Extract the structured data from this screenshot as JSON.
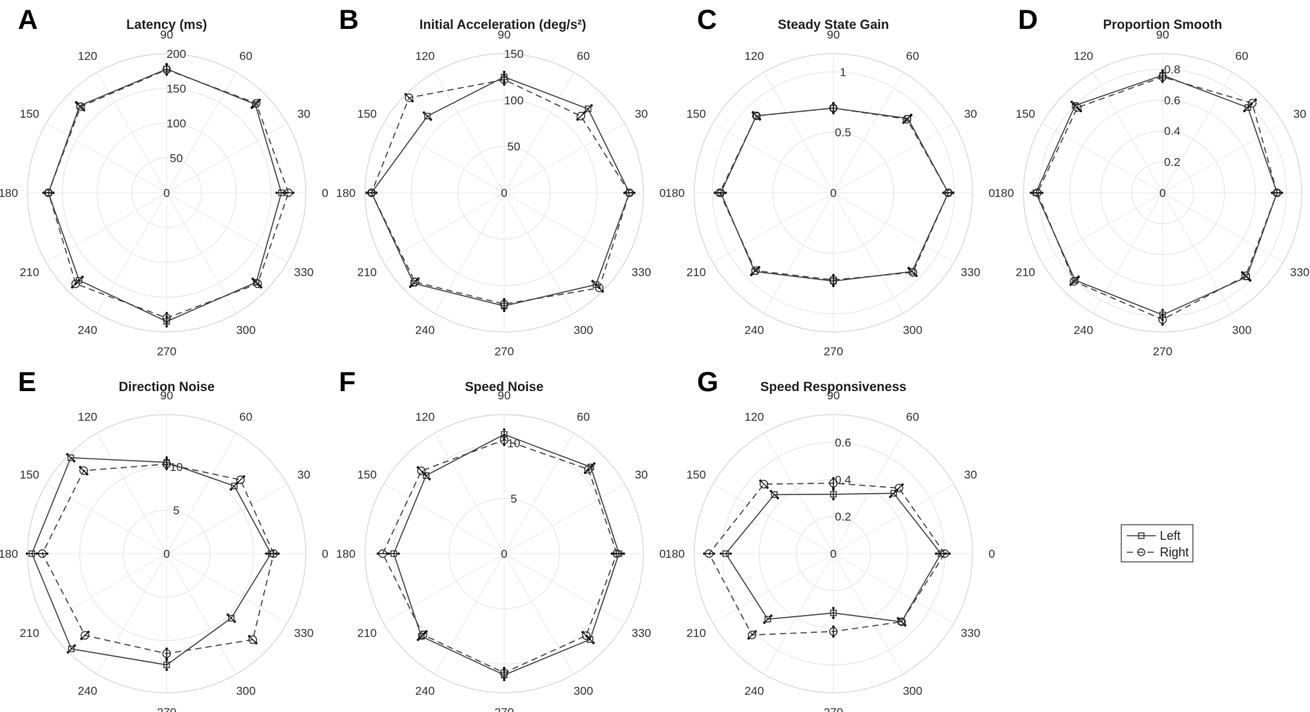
{
  "legend": {
    "left_label": "Left",
    "right_label": "Right"
  },
  "chart_data": [
    {
      "panel": "A",
      "type": "polar-line",
      "title": "Latency (ms)",
      "theta_ticks": [
        "0",
        "30",
        "60",
        "90",
        "120",
        "150",
        "180",
        "210",
        "240",
        "270",
        "300",
        "330"
      ],
      "r_ticks": [
        0,
        50,
        100,
        150,
        200
      ],
      "rlim": [
        0,
        200
      ],
      "r_tick_labels": [
        "0",
        "50",
        "100",
        "150",
        "200"
      ],
      "directions": [
        0,
        45,
        90,
        135,
        180,
        225,
        270,
        315
      ],
      "series": [
        {
          "name": "Left",
          "values": [
            165,
            180,
            178,
            177,
            170,
            178,
            185,
            182
          ]
        },
        {
          "name": "Right",
          "values": [
            175,
            182,
            177,
            175,
            170,
            185,
            180,
            185
          ]
        }
      ]
    },
    {
      "panel": "B",
      "type": "polar-line",
      "title": "Initial Acceleration (deg/s²)",
      "theta_ticks": [
        "0",
        "30",
        "60",
        "90",
        "120",
        "150",
        "180",
        "210",
        "240",
        "270",
        "300",
        "330"
      ],
      "r_ticks": [
        0,
        50,
        100,
        150
      ],
      "rlim": [
        0,
        150
      ],
      "r_tick_labels": [
        "0",
        "50",
        "100",
        "150"
      ],
      "directions": [
        0,
        45,
        90,
        135,
        180,
        225,
        270,
        315
      ],
      "series": [
        {
          "name": "Left",
          "values": [
            135,
            128,
            125,
            117,
            143,
            138,
            122,
            140
          ]
        },
        {
          "name": "Right",
          "values": [
            135,
            117,
            122,
            145,
            143,
            136,
            120,
            145
          ]
        }
      ]
    },
    {
      "panel": "C",
      "type": "polar-line",
      "title": "Steady State Gain",
      "theta_ticks": [
        "0",
        "30",
        "60",
        "90",
        "120",
        "150",
        "180",
        "210",
        "240",
        "270",
        "300",
        "330"
      ],
      "r_ticks": [
        0,
        0.5,
        1
      ],
      "rlim": [
        0,
        1.15
      ],
      "r_tick_labels": [
        "0",
        "0.5",
        "1"
      ],
      "directions": [
        0,
        45,
        90,
        135,
        180,
        225,
        270,
        315
      ],
      "series": [
        {
          "name": "Left",
          "values": [
            0.95,
            0.87,
            0.7,
            0.9,
            0.93,
            0.92,
            0.73,
            0.92
          ]
        },
        {
          "name": "Right",
          "values": [
            0.95,
            0.86,
            0.7,
            0.9,
            0.94,
            0.91,
            0.72,
            0.93
          ]
        }
      ]
    },
    {
      "panel": "D",
      "type": "polar-line",
      "title": "Proportion Smooth",
      "theta_ticks": [
        "0",
        "30",
        "60",
        "90",
        "120",
        "150",
        "180",
        "210",
        "240",
        "270",
        "300",
        "330"
      ],
      "r_ticks": [
        0,
        0.2,
        0.4,
        0.6,
        0.8
      ],
      "rlim": [
        0,
        0.9
      ],
      "r_tick_labels": [
        "0",
        "0.2",
        "0.4",
        "0.6",
        "0.8"
      ],
      "directions": [
        0,
        45,
        90,
        135,
        180,
        225,
        270,
        315
      ],
      "series": [
        {
          "name": "Left",
          "values": [
            0.74,
            0.78,
            0.76,
            0.8,
            0.82,
            0.8,
            0.79,
            0.77
          ]
        },
        {
          "name": "Right",
          "values": [
            0.74,
            0.82,
            0.75,
            0.78,
            0.81,
            0.81,
            0.82,
            0.76
          ]
        }
      ]
    },
    {
      "panel": "E",
      "type": "polar-line",
      "title": "Direction Noise",
      "theta_ticks": [
        "0",
        "30",
        "60",
        "90",
        "120",
        "150",
        "180",
        "210",
        "240",
        "270",
        "300",
        "330"
      ],
      "r_ticks": [
        0,
        5,
        10
      ],
      "rlim": [
        0,
        16
      ],
      "r_tick_labels": [
        "0",
        "5",
        "10"
      ],
      "directions": [
        0,
        45,
        90,
        135,
        180,
        225,
        270,
        315
      ],
      "series": [
        {
          "name": "Left",
          "values": [
            12.0,
            11.0,
            10.5,
            15.6,
            15.5,
            15.5,
            12.8,
            10.5
          ]
        },
        {
          "name": "Right",
          "values": [
            12.3,
            12.0,
            10.3,
            13.5,
            14.3,
            13.3,
            11.5,
            14.0
          ]
        }
      ]
    },
    {
      "panel": "F",
      "type": "polar-line",
      "title": "Speed Noise",
      "theta_ticks": [
        "0",
        "30",
        "60",
        "90",
        "120",
        "150",
        "180",
        "210",
        "240",
        "270",
        "300",
        "330"
      ],
      "r_ticks": [
        0,
        5,
        10
      ],
      "rlim": [
        0,
        12.6
      ],
      "r_tick_labels": [
        "0",
        "5",
        "10"
      ],
      "directions": [
        0,
        45,
        90,
        135,
        180,
        225,
        270,
        315
      ],
      "series": [
        {
          "name": "Left",
          "values": [
            10.4,
            11.1,
            10.8,
            10.0,
            10.0,
            10.6,
            11.0,
            11.0
          ]
        },
        {
          "name": "Right",
          "values": [
            10.2,
            10.8,
            10.3,
            10.6,
            11.0,
            10.4,
            10.8,
            10.5
          ]
        }
      ]
    },
    {
      "panel": "G",
      "type": "polar-line",
      "title": "Speed Responsiveness",
      "theta_ticks": [
        "0",
        "30",
        "60",
        "90",
        "120",
        "150",
        "180",
        "210",
        "240",
        "270",
        "300",
        "330"
      ],
      "r_ticks": [
        0,
        0.2,
        0.4,
        0.6
      ],
      "rlim": [
        0,
        0.75
      ],
      "r_tick_labels": [
        "0",
        "0.2",
        "0.4",
        "0.6"
      ],
      "directions": [
        0,
        45,
        90,
        135,
        180,
        225,
        270,
        315
      ],
      "series": [
        {
          "name": "Left",
          "values": [
            0.58,
            0.46,
            0.32,
            0.45,
            0.58,
            0.5,
            0.32,
            0.52
          ]
        },
        {
          "name": "Right",
          "values": [
            0.6,
            0.5,
            0.38,
            0.53,
            0.67,
            0.62,
            0.42,
            0.52
          ]
        }
      ]
    }
  ]
}
